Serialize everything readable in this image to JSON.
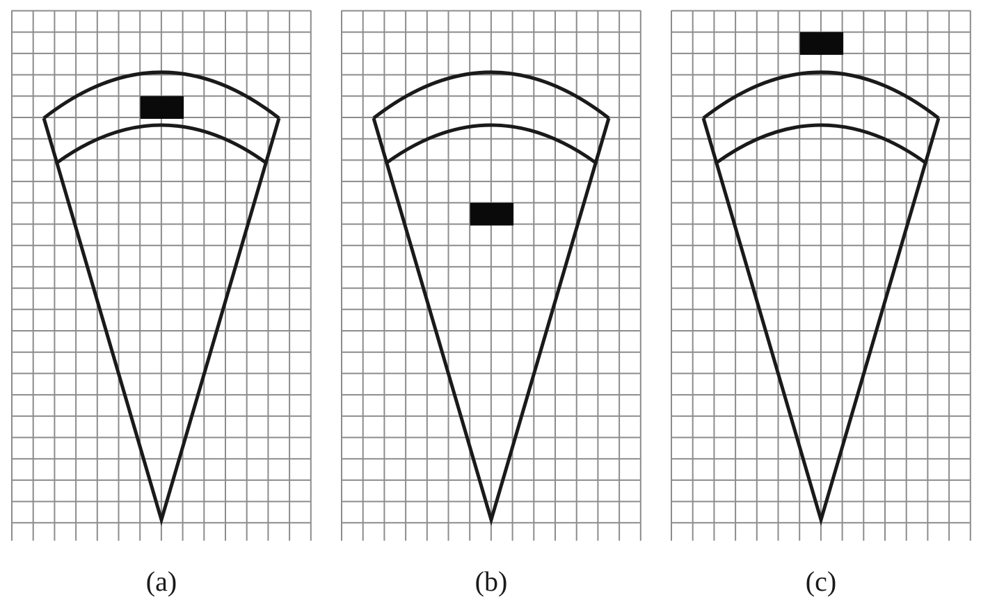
{
  "panels": [
    {
      "id": "a",
      "caption": "(a)",
      "marker": {
        "position": "inside-outer-band",
        "grid_col": 6,
        "grid_row": 4
      }
    },
    {
      "id": "b",
      "caption": "(b)",
      "marker": {
        "position": "inside-sector-below-band",
        "grid_col": 6,
        "grid_row": 9
      }
    },
    {
      "id": "c",
      "caption": "(c)",
      "marker": {
        "position": "outside-above-sector",
        "grid_col": 6,
        "grid_row": 1
      }
    }
  ],
  "colors": {
    "grid": "#8c8c8c",
    "outline": "#1a1a1a",
    "marker": "#0a0a0a",
    "background": "#ffffff"
  }
}
